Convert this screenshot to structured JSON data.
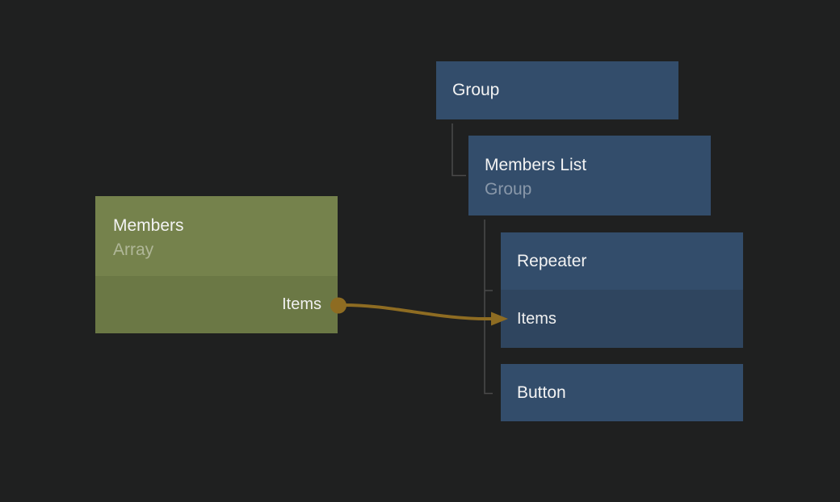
{
  "canvas": {
    "background_color": "#1f2020"
  },
  "nodes": {
    "members": {
      "title": "Members",
      "subtitle": "Array",
      "output_label": "Items",
      "header_color": "#75824c",
      "body_color": "#6b7845"
    },
    "group": {
      "title": "Group",
      "color": "#334d6b"
    },
    "members_list": {
      "title": "Members List",
      "subtitle": "Group",
      "color": "#334d6b"
    },
    "repeater": {
      "title": "Repeater",
      "input_label": "Items",
      "header_color": "#334d6b",
      "body_color": "#2f455f"
    },
    "button": {
      "title": "Button",
      "color": "#334d6b"
    }
  },
  "connection": {
    "from_node": "Members",
    "from_port": "Items",
    "to_node": "Repeater",
    "to_port": "Items",
    "color": "#8e6c22"
  },
  "hierarchy": {
    "line_color": "#4a4a4a"
  }
}
